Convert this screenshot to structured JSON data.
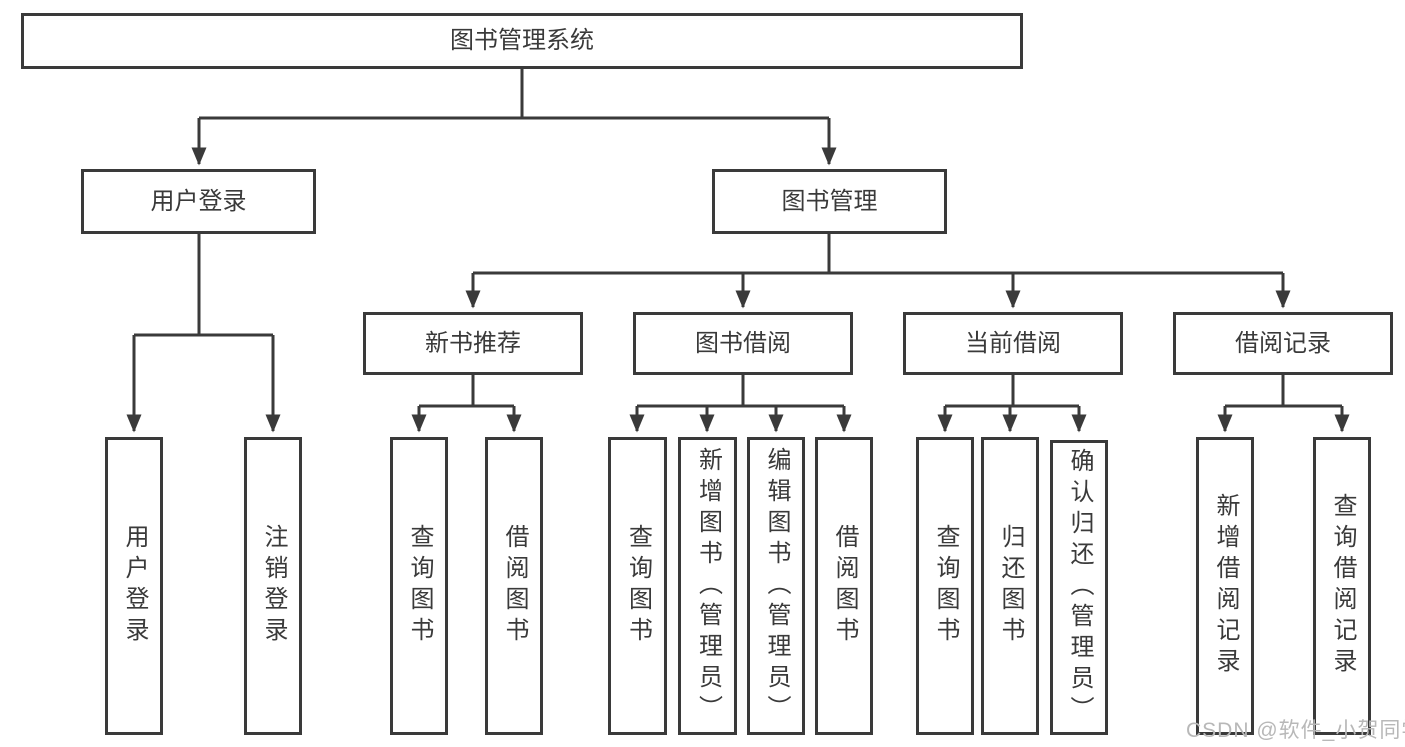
{
  "tree": {
    "root": "图书管理系统",
    "level2": [
      {
        "label": "用户登录",
        "children": [
          "用户登录",
          "注销登录"
        ]
      },
      {
        "label": "图书管理",
        "children": [
          {
            "label": "新书推荐",
            "children": [
              "查询图书",
              "借阅图书"
            ]
          },
          {
            "label": "图书借阅",
            "children": [
              "查询图书",
              "新增图书（管理员）",
              "编辑图书（管理员）",
              "借阅图书"
            ]
          },
          {
            "label": "当前借阅",
            "children": [
              "查询图书",
              "归还图书",
              "确认归还（管理员）"
            ]
          },
          {
            "label": "借阅记录",
            "children": [
              "新增借阅记录",
              "查询借阅记录"
            ]
          }
        ]
      }
    ]
  },
  "watermark": "CSDN @软件_小贺同学",
  "colors": {
    "line": "#3a3a3a",
    "text": "#3a3a3a",
    "background": "#ffffff",
    "watermark": "#b8b8b8"
  }
}
